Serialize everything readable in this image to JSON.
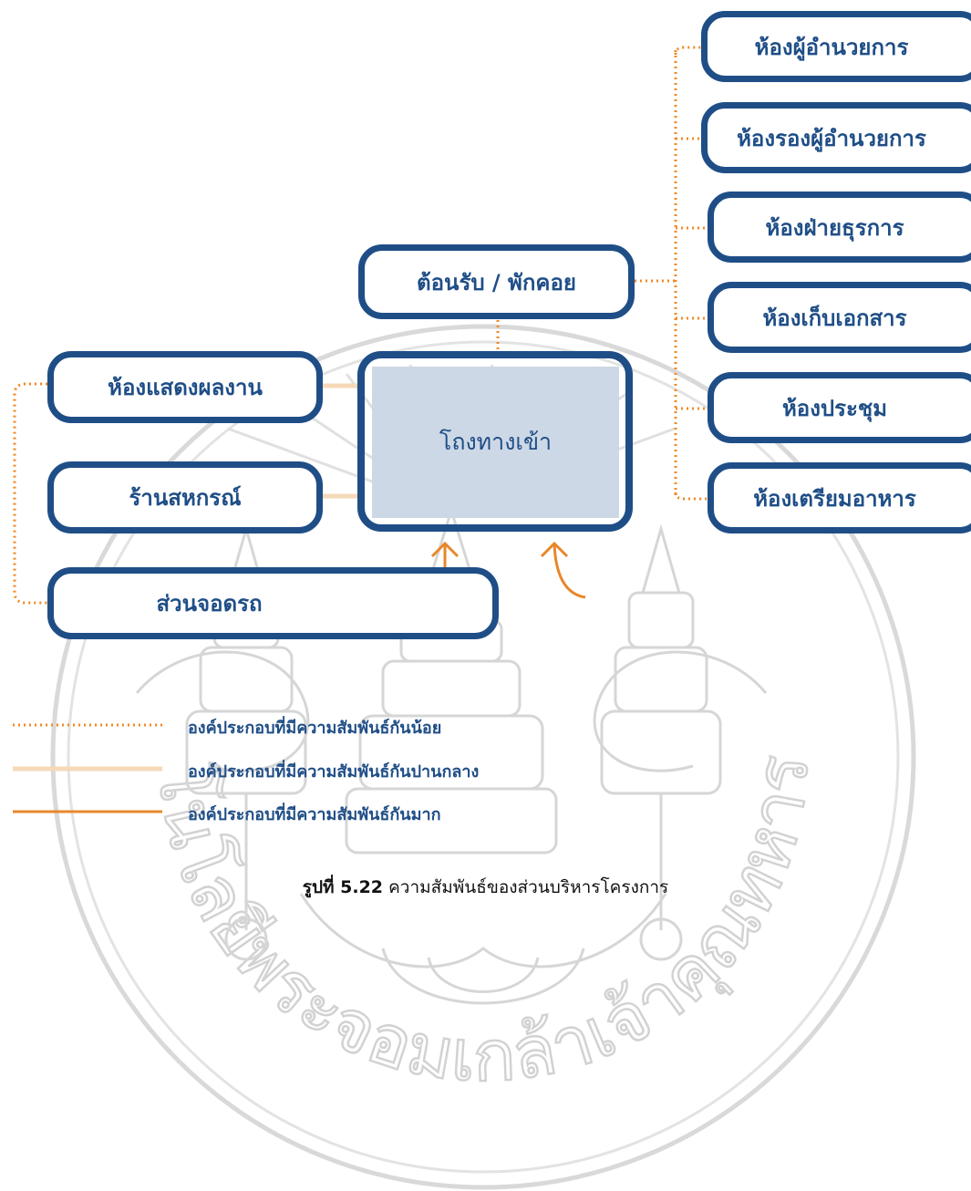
{
  "colors": {
    "node_border": "#1f4e87",
    "hub_fill": "#cdd8e6",
    "relation_low": "#f08a24",
    "relation_medium": "#f5d9b8",
    "relation_high": "#e8872a",
    "watermark": "#d9d9d9"
  },
  "nodes": {
    "director": "ห้องผู้อำนวยการ",
    "deputy_director": "ห้องรองผู้อำนวยการ",
    "admin": "ห้องฝ่ายธุรการ",
    "archive": "ห้องเก็บเอกสาร",
    "meeting": "ห้องประชุม",
    "pantry": "ห้องเตรียมอาหาร",
    "reception": "ต้อนรับ / พักคอย",
    "exhibition": "ห้องแสดงผลงาน",
    "coop_shop": "ร้านสหกรณ์",
    "parking": "ส่วนจอดรถ",
    "lobby": "โถงทางเข้า"
  },
  "legend": {
    "low": "องค์ประกอบที่มีความสัมพันธ์กันน้อย",
    "medium": "องค์ประกอบที่มีความสัมพันธ์กันปานกลาง",
    "high": "องค์ประกอบที่มีความสัมพันธ์กันมาก"
  },
  "caption": {
    "number": "รูปที่ 5.22",
    "text": "ความสัมพันธ์ของส่วนบริหารโครงการ"
  },
  "watermark_text": "สถาบันเทคโนโลยีพระจอมเกล้าเจ้าคุณทหารลาดกระบัง"
}
